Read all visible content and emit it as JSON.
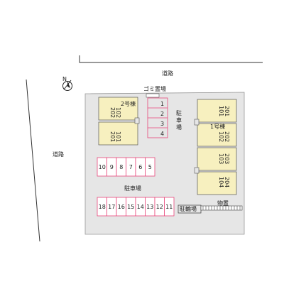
{
  "compass": {
    "label": "N"
  },
  "roads": {
    "top_label": "道路",
    "left_label": "道路"
  },
  "garbage": {
    "label": "ゴミ置場"
  },
  "parking": {
    "label": "駐車場",
    "right_label": "駐車場",
    "right_spaces": [
      "1",
      "2",
      "3",
      "4"
    ],
    "middle_row": [
      "10",
      "9",
      "8",
      "7",
      "6",
      "5"
    ],
    "bottom_row": [
      "18",
      "17",
      "16",
      "15",
      "14",
      "13",
      "12",
      "11"
    ]
  },
  "building2": {
    "name": "2号棟",
    "units": [
      "202",
      "102",
      "201",
      "101"
    ]
  },
  "building1": {
    "name": "1号棟",
    "units": [
      "201",
      "101",
      "202",
      "102",
      "203",
      "103",
      "204",
      "104"
    ]
  },
  "storage": {
    "label": "物置"
  },
  "bike": {
    "label": "駐輪場"
  },
  "colors": {
    "site": "#e6e6e6",
    "building": "#f7f0bf",
    "parking_stroke": "#e8477b",
    "parking_fill": "#ffffff"
  }
}
